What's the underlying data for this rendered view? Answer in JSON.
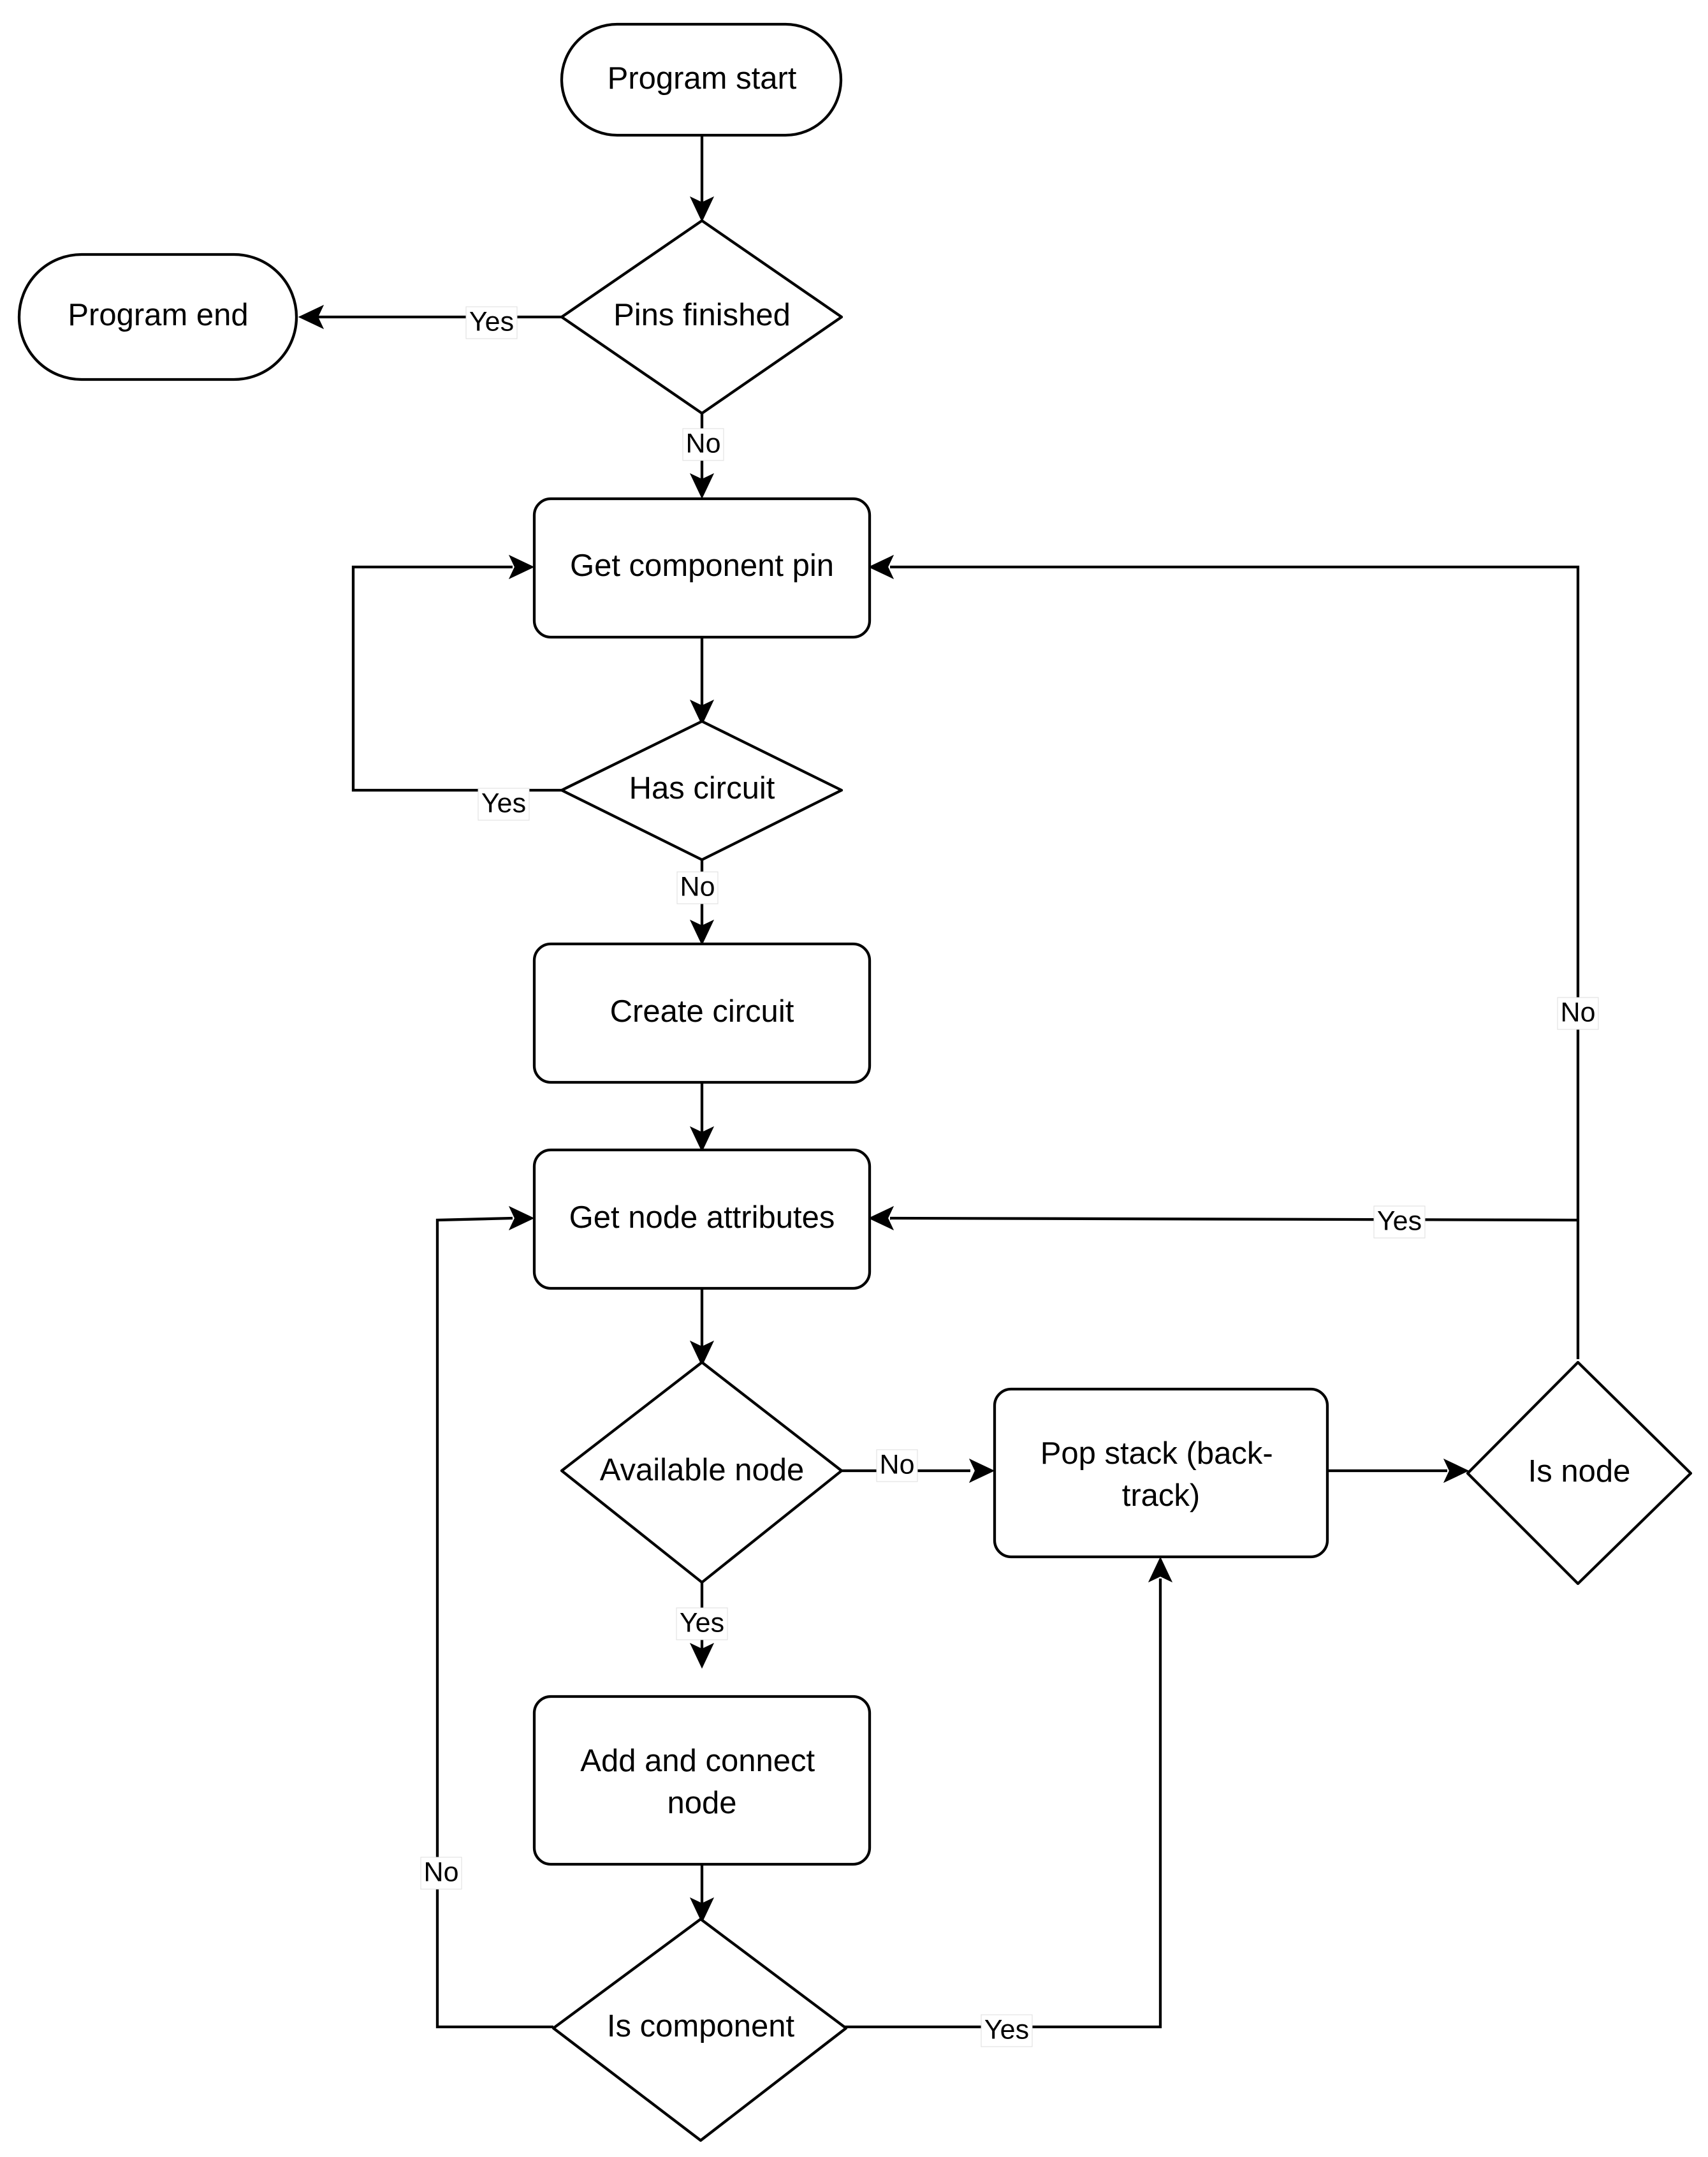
{
  "nodes": {
    "program_start": "Program start",
    "pins_finished": "Pins finished",
    "program_end": "Program end",
    "get_component_pin": "Get component pin",
    "has_circuit": "Has circuit",
    "create_circuit": "Create circuit",
    "get_node_attributes": "Get node attributes",
    "available_node": "Available node",
    "pop_stack": [
      "Pop stack (back-",
      "track)"
    ],
    "is_node": "Is node",
    "add_connect_node": [
      "Add and connect",
      "node"
    ],
    "is_component": "Is component"
  },
  "edges": {
    "pins_finished_yes": "Yes",
    "pins_finished_no": "No",
    "has_circuit_yes": "Yes",
    "has_circuit_no": "No",
    "available_node_no": "No",
    "available_node_yes": "Yes",
    "is_node_no": "No",
    "is_node_yes": "Yes",
    "is_component_no": "No",
    "is_component_yes": "Yes"
  }
}
